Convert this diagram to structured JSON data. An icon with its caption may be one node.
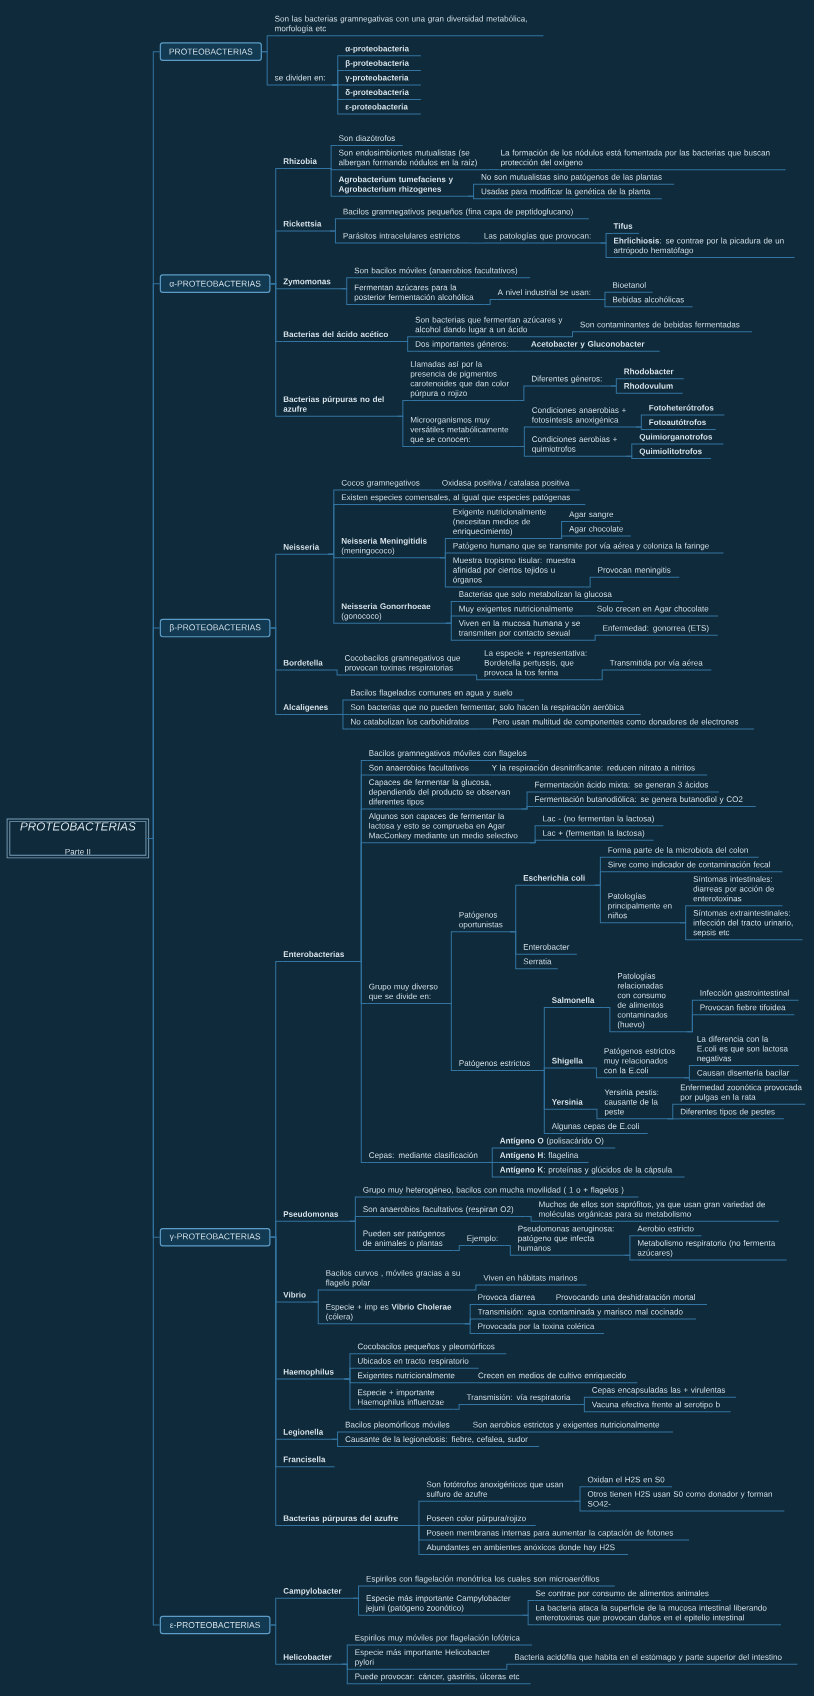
{
  "diagram": {
    "nodes": [
      {
        "text": [
          "PROTEOBACTERIAS",
          "Parte II"
        ]
      },
      {
        "text": [
          "PROTEOBACTERIAS"
        ]
      },
      {
        "text": [
          "Son las bacterias gramnegativas con una gran diversidad metabólica, morfología etc"
        ]
      },
      {
        "text": [
          "se dividen en:"
        ]
      },
      {
        "text": [
          "α-proteobacteria"
        ]
      },
      {
        "text": [
          "β-proteobacteria"
        ]
      },
      {
        "text": [
          "γ-proteobacteria"
        ]
      },
      {
        "text": [
          "δ-proteobacteria"
        ]
      },
      {
        "text": [
          "ε-proteobacteria"
        ]
      },
      {
        "text": [
          "α-PROTEOBACTERIAS"
        ]
      },
      {
        "text": [
          "Rhizobia"
        ]
      },
      {
        "text": [
          "Son diazótrofos"
        ]
      },
      {
        "text": [
          "Son endosimbiontes mutualistas (se albergan formando nódulos en la raíz)"
        ]
      },
      {
        "text": [
          "La formación de los nódulos está fomentada por las bacterias que buscan protección del oxígeno"
        ]
      },
      {
        "text": [
          "Agrobacterium tumefaciens y Agrobacterium rhizogenes"
        ]
      },
      {
        "text": [
          "No son mutualistas sino patógenos de las plantas"
        ]
      },
      {
        "text": [
          "Usadas para modificar la genética de la planta"
        ]
      },
      {
        "text": [
          "Rickettsia"
        ]
      },
      {
        "text": [
          "Bacilos gramnegativos pequeños (fina capa de peptidoglucano)"
        ]
      },
      {
        "text": [
          "Parásitos intracelulares estrictos"
        ]
      },
      {
        "text": [
          "Las patologías que provocan:"
        ]
      },
      {
        "text": [
          "Tifus"
        ]
      },
      {
        "text": [
          "**Ehrlichiosis**: se contrae por la picadura de un artrópodo hematófago"
        ]
      },
      {
        "text": [
          "Zymomonas"
        ]
      },
      {
        "text": [
          "Son bacilos móviles (anaerobios facultativos)"
        ]
      },
      {
        "text": [
          "Fermentan azúcares para la posterior fermentación alcohólica"
        ]
      },
      {
        "text": [
          "A nivel industrial se usan:"
        ]
      },
      {
        "text": [
          "Bioetanol"
        ]
      },
      {
        "text": [
          "Bebidas alcohólicas"
        ]
      },
      {
        "text": [
          "Bacterias del ácido acético"
        ]
      },
      {
        "text": [
          "Son bacterias que fermentan azúcares y alcohol dando lugar a un ácido"
        ]
      },
      {
        "text": [
          "Son contaminantes de bebidas fermentadas"
        ]
      },
      {
        "text": [
          "Dos importantes géneros:"
        ]
      },
      {
        "text": [
          "Acetobacter y Gluconobacter"
        ]
      },
      {
        "text": [
          "Bacterias púrpuras no del azufre"
        ]
      },
      {
        "text": [
          "Llamadas así por la presencia de pigmentos carotenoides que dan color púrpura o rojizo"
        ]
      },
      {
        "text": [
          "Diferentes géneros:"
        ]
      },
      {
        "text": [
          "Rhodobacter"
        ]
      },
      {
        "text": [
          "Rhodovulum"
        ]
      },
      {
        "text": [
          "Microorganismos muy versátiles metabólicamente que se conocen:"
        ]
      },
      {
        "text": [
          "Condiciones anaerobias + fotosíntesis anoxigénica"
        ]
      },
      {
        "text": [
          "Fotoheterótrofos"
        ]
      },
      {
        "text": [
          "Fotoautótrofos"
        ]
      },
      {
        "text": [
          "Condiciones aerobias + quimiotrofos"
        ]
      },
      {
        "text": [
          "Quimiorganotrofos"
        ]
      },
      {
        "text": [
          "Quimiolitotrofos"
        ]
      },
      {
        "text": [
          "β-PROTEOBACTERIAS"
        ]
      },
      {
        "text": [
          "Neisseria"
        ]
      },
      {
        "text": [
          "Cocos gramnegativos"
        ]
      },
      {
        "text": [
          "Oxidasa positiva / catalasa positiva"
        ]
      },
      {
        "text": [
          "Existen especies comensales, al igual que especies patógenas"
        ]
      },
      {
        "text": [
          "**Neisseria Meningitidis** (meningococo)"
        ]
      },
      {
        "text": [
          "Exigente nutricionalmente (necesitan medios de enriquecimiento)"
        ]
      },
      {
        "text": [
          "Agar sangre"
        ]
      },
      {
        "text": [
          "Agar chocolate"
        ]
      },
      {
        "text": [
          "Patógeno humano que se transmite por vía aérea y coloniza la faringe"
        ]
      },
      {
        "text": [
          "Muestra tropismo tisular: muestra afinidad por ciertos tejidos u órganos"
        ]
      },
      {
        "text": [
          "Provocan meningitis"
        ]
      },
      {
        "text": [
          "**Neisseria Gonorrhoeae** (gonococo)"
        ]
      },
      {
        "text": [
          "Bacterias que solo metabolizan la glucosa"
        ]
      },
      {
        "text": [
          "Muy exigentes nutricionalmente"
        ]
      },
      {
        "text": [
          "Solo crecen en Agar chocolate"
        ]
      },
      {
        "text": [
          "Viven en la mucosa humana y se transmiten por contacto sexual"
        ]
      },
      {
        "text": [
          "Enfermedad: gonorrea (ETS)"
        ]
      },
      {
        "text": [
          "Bordetella"
        ]
      },
      {
        "text": [
          "Cocobacilos gramnegativos que provocan toxinas respiratorias"
        ]
      },
      {
        "text": [
          "La especie + representativa: Bordetella pertussis, que provoca la tos ferina"
        ]
      },
      {
        "text": [
          "Transmitida por vía aérea"
        ]
      },
      {
        "text": [
          "Alcaligenes"
        ]
      },
      {
        "text": [
          "Bacilos flagelados comunes en agua y suelo"
        ]
      },
      {
        "text": [
          "Son bacterias que no pueden fermentar, solo hacen la respiración aeróbica"
        ]
      },
      {
        "text": [
          "No catabolizan los carbohidratos"
        ]
      },
      {
        "text": [
          "Pero usan multitud de componentes como donadores de electrones"
        ]
      },
      {
        "text": [
          "γ-PROTEOBACTERIAS"
        ]
      },
      {
        "text": [
          "Enterobacterias"
        ]
      },
      {
        "text": [
          "Bacilos gramnegativos móviles con flagelos"
        ]
      },
      {
        "text": [
          "Son anaerobios facultativos"
        ]
      },
      {
        "text": [
          "Y la respiración desnitrificante: reducen nitrato a nitritos"
        ]
      },
      {
        "text": [
          "Capaces de fermentar la glucosa, dependiendo del producto se observan diferentes tipos"
        ]
      },
      {
        "text": [
          "Fermentación ácido mixta: se generan 3 ácidos"
        ]
      },
      {
        "text": [
          "Fermentación butanodiólica: se genera butanodiol y CO2"
        ]
      },
      {
        "text": [
          "Algunos son capaces de fermentar la lactosa y esto se comprueba en Agar MacConkey mediante un medio selectivo"
        ]
      },
      {
        "text": [
          "Lac - (no fermentan la lactosa)"
        ]
      },
      {
        "text": [
          "Lac + (fermentan la lactosa)"
        ]
      },
      {
        "text": [
          "Grupo muy diverso que se divide en:"
        ]
      },
      {
        "text": [
          "Patógenos oportunistas"
        ]
      },
      {
        "text": [
          "Escherichia coli"
        ]
      },
      {
        "text": [
          "Forma parte de la microbiota del colon"
        ]
      },
      {
        "text": [
          "Sirve como indicador de contaminación fecal"
        ]
      },
      {
        "text": [
          "Patologías principalmente en niños"
        ]
      },
      {
        "text": [
          "Síntomas intestinales: diarreas por acción de enterotoxinas"
        ]
      },
      {
        "text": [
          "Síntomas extraintestinales: infección del tracto urinario, sepsis etc"
        ]
      },
      {
        "text": [
          "Enterobacter"
        ]
      },
      {
        "text": [
          "Serratia"
        ]
      },
      {
        "text": [
          "Patógenos estrictos"
        ]
      },
      {
        "text": [
          "Salmonella"
        ]
      },
      {
        "text": [
          "Patologías relacionadas con consumo de alimentos contaminados (huevo)"
        ]
      },
      {
        "text": [
          "Infección gastrointestinal"
        ]
      },
      {
        "text": [
          "Provocan fiebre tifoidea"
        ]
      },
      {
        "text": [
          "Shigella"
        ]
      },
      {
        "text": [
          "Patógenos estrictos muy relacionados con la E.coli"
        ]
      },
      {
        "text": [
          "La diferencia con la E.coli es que son lactosa negativas"
        ]
      },
      {
        "text": [
          "Causan disentería bacilar"
        ]
      },
      {
        "text": [
          "Yersinia"
        ]
      },
      {
        "text": [
          "Yersinia pestis: causante de la peste"
        ]
      },
      {
        "text": [
          "Enfermedad zoonótica provocada por pulgas en la rata"
        ]
      },
      {
        "text": [
          "Diferentes tipos de pestes"
        ]
      },
      {
        "text": [
          "Algunas cepas de E.coli"
        ]
      },
      {
        "text": [
          "Cepas: mediante clasificación"
        ]
      },
      {
        "text": [
          "**Antígeno O** (polisacárido O)"
        ]
      },
      {
        "text": [
          "**Antígeno H**: flagelina"
        ]
      },
      {
        "text": [
          "**Antígeno K**: proteínas y glúcidos de la cápsula"
        ]
      },
      {
        "text": [
          "Pseudomonas"
        ]
      },
      {
        "text": [
          "Grupo muy heterogéneo, bacilos con mucha movilidad ( 1 o + flagelos )"
        ]
      },
      {
        "text": [
          "Son anaerobios facultativos (respiran O2)"
        ]
      },
      {
        "text": [
          "Muchos de ellos son saprófitos, ya que usan gran variedad de moléculas orgánicas para su metabolismo"
        ]
      },
      {
        "text": [
          "Pueden ser patógenos de animales o plantas"
        ]
      },
      {
        "text": [
          "Ejemplo:"
        ]
      },
      {
        "text": [
          "Pseudomonas aeruginosa: patógeno que infecta humanos"
        ]
      },
      {
        "text": [
          "Aerobio estricto"
        ]
      },
      {
        "text": [
          "Metabolismo respiratorio (no fermenta azúcares)"
        ]
      },
      {
        "text": [
          "Vibrio"
        ]
      },
      {
        "text": [
          "Bacilos curvos , móviles gracias a su flagelo polar"
        ]
      },
      {
        "text": [
          "Viven en hábitats marinos"
        ]
      },
      {
        "text": [
          "Especie + imp es **Vibrio Cholerae** (cólera)"
        ]
      },
      {
        "text": [
          "Provoca diarrea"
        ]
      },
      {
        "text": [
          "Provocando una deshidratación mortal"
        ]
      },
      {
        "text": [
          "Transmisión: agua contaminada y marisco mal cocinado"
        ]
      },
      {
        "text": [
          "Provocada por la toxina colérica"
        ]
      },
      {
        "text": [
          "Haemophilus"
        ]
      },
      {
        "text": [
          "Cocobacilos pequeños y pleomórficos"
        ]
      },
      {
        "text": [
          "Ubicados en tracto respiratorio"
        ]
      },
      {
        "text": [
          "Exigentes nutricionalmente"
        ]
      },
      {
        "text": [
          "Crecen en medios de cultivo enriquecido"
        ]
      },
      {
        "text": [
          "Especie + importante Haemophilus influenzae"
        ]
      },
      {
        "text": [
          "Transmisión: vía respiratoria"
        ]
      },
      {
        "text": [
          "Cepas encapsuladas las + virulentas"
        ]
      },
      {
        "text": [
          "Vacuna efectiva frente al serotipo b"
        ]
      },
      {
        "text": [
          "Legionella"
        ]
      },
      {
        "text": [
          "Bacilos pleomórficos móviles"
        ]
      },
      {
        "text": [
          "Son aerobios estrictos y exigentes nutricionalmente"
        ]
      },
      {
        "text": [
          "Causante de la legionelosis: fiebre, cefalea, sudor"
        ]
      },
      {
        "text": [
          "Francisella"
        ]
      },
      {
        "text": [
          "Bacterias púrpuras del azufre"
        ]
      },
      {
        "text": [
          "Son fotótrofos anoxigénicos que usan sulfuro de azufre"
        ]
      },
      {
        "text": [
          "Oxidan el H2S en S0"
        ]
      },
      {
        "text": [
          "Otros tienen H2S usan S0 como donador y forman SO42-"
        ]
      },
      {
        "text": [
          "Poseen color púrpura/rojizo"
        ]
      },
      {
        "text": [
          "Poseen membranas internas para aumentar la captación de fotones"
        ]
      },
      {
        "text": [
          "Abundantes en ambientes anóxicos donde hay H2S"
        ]
      },
      {
        "text": [
          "ε-PROTEOBACTERIAS"
        ]
      },
      {
        "text": [
          "Campylobacter"
        ]
      },
      {
        "text": [
          "Espirilos con flagelación monótrica los cuales son microaerófilos"
        ]
      },
      {
        "text": [
          "Especie más importante Campylobacter jejuni (patógeno zoonótico)"
        ]
      },
      {
        "text": [
          "Se contrae por consumo de alimentos animales"
        ]
      },
      {
        "text": [
          "La bacteria ataca la superficie de la mucosa intestinal liberando enterotoxinas que provocan daños en el epitelio intestinal"
        ]
      },
      {
        "text": [
          "Helicobacter"
        ]
      },
      {
        "text": [
          "Espirilos muy móviles por flagelación lofótrica"
        ]
      },
      {
        "text": [
          "Especie más importante Helicobacter pylori"
        ]
      },
      {
        "text": [
          "Bacteria acidófila que habita en el estómago y parte superior del intestino"
        ]
      },
      {
        "text": [
          "Puede provocar: cáncer, gastritis, úlceras etc"
        ]
      }
    ],
    "edges": [
      {
        "from": 0,
        "to": 1,
        "arrow": "none"
      },
      {
        "from": 0,
        "to": 9,
        "arrow": "none"
      },
      {
        "from": 0,
        "to": 46,
        "arrow": "none"
      },
      {
        "from": 0,
        "to": 73,
        "arrow": "none"
      },
      {
        "from": 0,
        "to": 150,
        "arrow": "none"
      },
      {
        "from": 1,
        "to": 2,
        "arrow": "none"
      },
      {
        "from": 1,
        "to": 3,
        "arrow": "none"
      },
      {
        "from": 3,
        "to": 4,
        "arrow": "none"
      },
      {
        "from": 3,
        "to": 5,
        "arrow": "none"
      },
      {
        "from": 3,
        "to": 6,
        "arrow": "none"
      },
      {
        "from": 3,
        "to": 7,
        "arrow": "none"
      },
      {
        "from": 3,
        "to": 8,
        "arrow": "none"
      },
      {
        "from": 9,
        "to": 10,
        "arrow": "none"
      },
      {
        "from": 9,
        "to": 17,
        "arrow": "none"
      },
      {
        "from": 9,
        "to": 23,
        "arrow": "none"
      },
      {
        "from": 9,
        "to": 29,
        "arrow": "none"
      },
      {
        "from": 9,
        "to": 34,
        "arrow": "none"
      },
      {
        "from": 10,
        "to": 11,
        "arrow": "none"
      },
      {
        "from": 10,
        "to": 12,
        "arrow": "none"
      },
      {
        "from": 10,
        "to": 14,
        "arrow": "none"
      },
      {
        "from": 12,
        "to": 13,
        "arrow": "none"
      },
      {
        "from": 14,
        "to": 15,
        "arrow": "none"
      },
      {
        "from": 14,
        "to": 16,
        "arrow": "none"
      },
      {
        "from": 17,
        "to": 18,
        "arrow": "none"
      },
      {
        "from": 17,
        "to": 19,
        "arrow": "none"
      },
      {
        "from": 19,
        "to": 20,
        "arrow": "none"
      },
      {
        "from": 20,
        "to": 21,
        "arrow": "none"
      },
      {
        "from": 20,
        "to": 22,
        "arrow": "none"
      },
      {
        "from": 23,
        "to": 24,
        "arrow": "none"
      },
      {
        "from": 23,
        "to": 25,
        "arrow": "none"
      },
      {
        "from": 25,
        "to": 26,
        "arrow": "none"
      },
      {
        "from": 26,
        "to": 27,
        "arrow": "none"
      },
      {
        "from": 26,
        "to": 28,
        "arrow": "none"
      },
      {
        "from": 29,
        "to": 30,
        "arrow": "none"
      },
      {
        "from": 29,
        "to": 32,
        "arrow": "none"
      },
      {
        "from": 30,
        "to": 31,
        "arrow": "none"
      },
      {
        "from": 32,
        "to": 33,
        "arrow": "none"
      },
      {
        "from": 34,
        "to": 35,
        "arrow": "none"
      },
      {
        "from": 34,
        "to": 39,
        "arrow": "none"
      },
      {
        "from": 35,
        "to": 36,
        "arrow": "none"
      },
      {
        "from": 36,
        "to": 37,
        "arrow": "none"
      },
      {
        "from": 36,
        "to": 38,
        "arrow": "none"
      },
      {
        "from": 39,
        "to": 40,
        "arrow": "none"
      },
      {
        "from": 39,
        "to": 43,
        "arrow": "none"
      },
      {
        "from": 40,
        "to": 41,
        "arrow": "none"
      },
      {
        "from": 40,
        "to": 42,
        "arrow": "none"
      },
      {
        "from": 43,
        "to": 44,
        "arrow": "none"
      },
      {
        "from": 43,
        "to": 45,
        "arrow": "none"
      },
      {
        "from": 46,
        "to": 47,
        "arrow": "none"
      },
      {
        "from": 46,
        "to": 64,
        "arrow": "none"
      },
      {
        "from": 46,
        "to": 68,
        "arrow": "none"
      },
      {
        "from": 47,
        "to": 48,
        "arrow": "none"
      },
      {
        "from": 47,
        "to": 50,
        "arrow": "none"
      },
      {
        "from": 47,
        "to": 51,
        "arrow": "none"
      },
      {
        "from": 47,
        "to": 58,
        "arrow": "none"
      },
      {
        "from": 48,
        "to": 49,
        "arrow": "none"
      },
      {
        "from": 51,
        "to": 52,
        "arrow": "none"
      },
      {
        "from": 51,
        "to": 55,
        "arrow": "none"
      },
      {
        "from": 51,
        "to": 56,
        "arrow": "none"
      },
      {
        "from": 52,
        "to": 53,
        "arrow": "none"
      },
      {
        "from": 52,
        "to": 54,
        "arrow": "none"
      },
      {
        "from": 56,
        "to": 57,
        "arrow": "none"
      },
      {
        "from": 58,
        "to": 59,
        "arrow": "none"
      },
      {
        "from": 58,
        "to": 60,
        "arrow": "none"
      },
      {
        "from": 58,
        "to": 62,
        "arrow": "none"
      },
      {
        "from": 60,
        "to": 61,
        "arrow": "none"
      },
      {
        "from": 62,
        "to": 63,
        "arrow": "none"
      },
      {
        "from": 64,
        "to": 65,
        "arrow": "none"
      },
      {
        "from": 65,
        "to": 66,
        "arrow": "none"
      },
      {
        "from": 66,
        "to": 67,
        "arrow": "none"
      },
      {
        "from": 68,
        "to": 69,
        "arrow": "none"
      },
      {
        "from": 68,
        "to": 70,
        "arrow": "none"
      },
      {
        "from": 68,
        "to": 71,
        "arrow": "none"
      },
      {
        "from": 71,
        "to": 72,
        "arrow": "none"
      },
      {
        "from": 73,
        "to": 74,
        "arrow": "none"
      },
      {
        "from": 73,
        "to": 112,
        "arrow": "none"
      },
      {
        "from": 73,
        "to": 121,
        "arrow": "none"
      },
      {
        "from": 73,
        "to": 129,
        "arrow": "none"
      },
      {
        "from": 73,
        "to": 138,
        "arrow": "none"
      },
      {
        "from": 73,
        "to": 142,
        "arrow": "none"
      },
      {
        "from": 73,
        "to": 143,
        "arrow": "none"
      },
      {
        "from": 74,
        "to": 75,
        "arrow": "none"
      },
      {
        "from": 74,
        "to": 76,
        "arrow": "none"
      },
      {
        "from": 74,
        "to": 78,
        "arrow": "none"
      },
      {
        "from": 74,
        "to": 81,
        "arrow": "none"
      },
      {
        "from": 74,
        "to": 84,
        "arrow": "none"
      },
      {
        "from": 74,
        "to": 108,
        "arrow": "none"
      },
      {
        "from": 76,
        "to": 77,
        "arrow": "none"
      },
      {
        "from": 78,
        "to": 79,
        "arrow": "none"
      },
      {
        "from": 78,
        "to": 80,
        "arrow": "none"
      },
      {
        "from": 81,
        "to": 82,
        "arrow": "none"
      },
      {
        "from": 81,
        "to": 83,
        "arrow": "none"
      },
      {
        "from": 84,
        "to": 85,
        "arrow": "none"
      },
      {
        "from": 84,
        "to": 94,
        "arrow": "none"
      },
      {
        "from": 85,
        "to": 86,
        "arrow": "none"
      },
      {
        "from": 85,
        "to": 92,
        "arrow": "none"
      },
      {
        "from": 85,
        "to": 93,
        "arrow": "none"
      },
      {
        "from": 86,
        "to": 87,
        "arrow": "none"
      },
      {
        "from": 86,
        "to": 88,
        "arrow": "none"
      },
      {
        "from": 86,
        "to": 89,
        "arrow": "none"
      },
      {
        "from": 89,
        "to": 90,
        "arrow": "none"
      },
      {
        "from": 89,
        "to": 91,
        "arrow": "none"
      },
      {
        "from": 94,
        "to": 95,
        "arrow": "none"
      },
      {
        "from": 94,
        "to": 99,
        "arrow": "none"
      },
      {
        "from": 94,
        "to": 103,
        "arrow": "none"
      },
      {
        "from": 94,
        "to": 107,
        "arrow": "none"
      },
      {
        "from": 95,
        "to": 96,
        "arrow": "none"
      },
      {
        "from": 96,
        "to": 97,
        "arrow": "none"
      },
      {
        "from": 96,
        "to": 98,
        "arrow": "none"
      },
      {
        "from": 99,
        "to": 100,
        "arrow": "none"
      },
      {
        "from": 100,
        "to": 101,
        "arrow": "none"
      },
      {
        "from": 100,
        "to": 102,
        "arrow": "none"
      },
      {
        "from": 103,
        "to": 104,
        "arrow": "none"
      },
      {
        "from": 104,
        "to": 105,
        "arrow": "none"
      },
      {
        "from": 104,
        "to": 106,
        "arrow": "none"
      },
      {
        "from": 108,
        "to": 109,
        "arrow": "none"
      },
      {
        "from": 108,
        "to": 110,
        "arrow": "none"
      },
      {
        "from": 108,
        "to": 111,
        "arrow": "none"
      },
      {
        "from": 112,
        "to": 113,
        "arrow": "none"
      },
      {
        "from": 112,
        "to": 114,
        "arrow": "none"
      },
      {
        "from": 112,
        "to": 116,
        "arrow": "none"
      },
      {
        "from": 114,
        "to": 115,
        "arrow": "none"
      },
      {
        "from": 116,
        "to": 117,
        "arrow": "none"
      },
      {
        "from": 117,
        "to": 118,
        "arrow": "none"
      },
      {
        "from": 118,
        "to": 119,
        "arrow": "none"
      },
      {
        "from": 118,
        "to": 120,
        "arrow": "none"
      },
      {
        "from": 121,
        "to": 122,
        "arrow": "none"
      },
      {
        "from": 121,
        "to": 124,
        "arrow": "none"
      },
      {
        "from": 122,
        "to": 123,
        "arrow": "none"
      },
      {
        "from": 124,
        "to": 125,
        "arrow": "none"
      },
      {
        "from": 124,
        "to": 127,
        "arrow": "none"
      },
      {
        "from": 124,
        "to": 128,
        "arrow": "none"
      },
      {
        "from": 125,
        "to": 126,
        "arrow": "none"
      },
      {
        "from": 129,
        "to": 130,
        "arrow": "none"
      },
      {
        "from": 129,
        "to": 131,
        "arrow": "none"
      },
      {
        "from": 129,
        "to": 132,
        "arrow": "none"
      },
      {
        "from": 129,
        "to": 134,
        "arrow": "none"
      },
      {
        "from": 132,
        "to": 133,
        "arrow": "none"
      },
      {
        "from": 134,
        "to": 135,
        "arrow": "none"
      },
      {
        "from": 135,
        "to": 136,
        "arrow": "none"
      },
      {
        "from": 135,
        "to": 137,
        "arrow": "none"
      },
      {
        "from": 138,
        "to": 139,
        "arrow": "none"
      },
      {
        "from": 138,
        "to": 141,
        "arrow": "none"
      },
      {
        "from": 139,
        "to": 140,
        "arrow": "none"
      },
      {
        "from": 143,
        "to": 144,
        "arrow": "none"
      },
      {
        "from": 143,
        "to": 147,
        "arrow": "none"
      },
      {
        "from": 143,
        "to": 148,
        "arrow": "none"
      },
      {
        "from": 143,
        "to": 149,
        "arrow": "none"
      },
      {
        "from": 144,
        "to": 145,
        "arrow": "none"
      },
      {
        "from": 144,
        "to": 146,
        "arrow": "none"
      },
      {
        "from": 150,
        "to": 151,
        "arrow": "none"
      },
      {
        "from": 150,
        "to": 156,
        "arrow": "none"
      },
      {
        "from": 151,
        "to": 152,
        "arrow": "none"
      },
      {
        "from": 151,
        "to": 153,
        "arrow": "none"
      },
      {
        "from": 153,
        "to": 154,
        "arrow": "none"
      },
      {
        "from": 153,
        "to": 155,
        "arrow": "none"
      },
      {
        "from": 156,
        "to": 157,
        "arrow": "none"
      },
      {
        "from": 156,
        "to": 158,
        "arrow": "none"
      },
      {
        "from": 156,
        "to": 160,
        "arrow": "none"
      },
      {
        "from": 158,
        "to": 159,
        "arrow": "none"
      }
    ]
  }
}
